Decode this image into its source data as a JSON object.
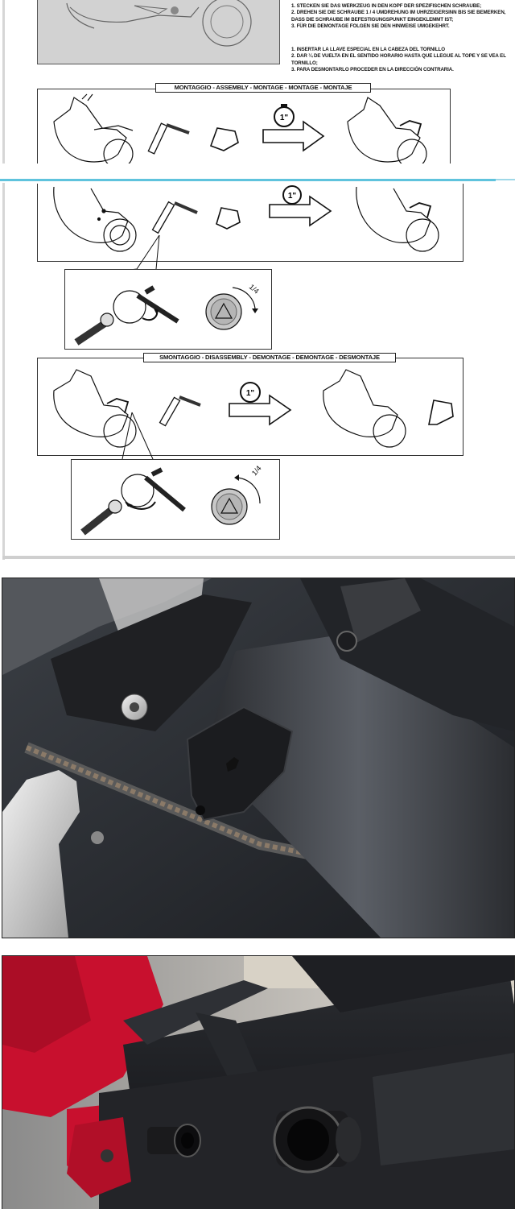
{
  "manual": {
    "german_steps": [
      "1. STECKEN SIE DAS WERKZEUG IN DEN KOPF DER SPEZIFISCHEN SCHRAUBE;",
      "2. DREHEN SIE DIE SCHRAUBE 1 / 4 UMDREHUNG IM UHRZEIGERSINN BIS SIE BEMERKEN,",
      "DASS DIE SCHRAUBE IM BEFESTIGUNGSPUNKT EINGEKLEMMT IST;",
      "3. FÜR DIE DEMONTAGE FOLGEN SIE DEN HINWEISE UMGEKEHRT."
    ],
    "spanish_steps": [
      "1. INSERTAR LA LLAVE ESPECIAL EN LA CABEZA DEL TORNILLO",
      "2. DAR ¼ DE VUELTA EN EL SENTIDO HORARIO HASTA QUE LLEGUE AL TOPE Y SE VEA EL",
      "TORNILLO;",
      "3. PARA DESMONTARLO PROCEDER EN LA DIRECCIÓN CONTRARIA."
    ],
    "assembly_banner": "MONTAGGIO - ASSEMBLY - MONTAGE - MONTAGE - MONTAJE",
    "disassembly_banner": "SMONTAGGIO - DISASSEMBLY - DEMONTAGE - DEMONTAGE - DESMONTAJE",
    "timer_label": "1\"",
    "quarter_turn_label": "1/4"
  },
  "colors": {
    "scroll_line": "#5fc3dd",
    "gray_panel": "#d2d2d2",
    "bike_red": "#c8102e"
  },
  "icons": [
    "stopwatch-icon",
    "arrow-right-icon",
    "motorcycle-icon",
    "hex-key-tool-icon",
    "bracket-icon",
    "rotation-arrow-icon"
  ]
}
